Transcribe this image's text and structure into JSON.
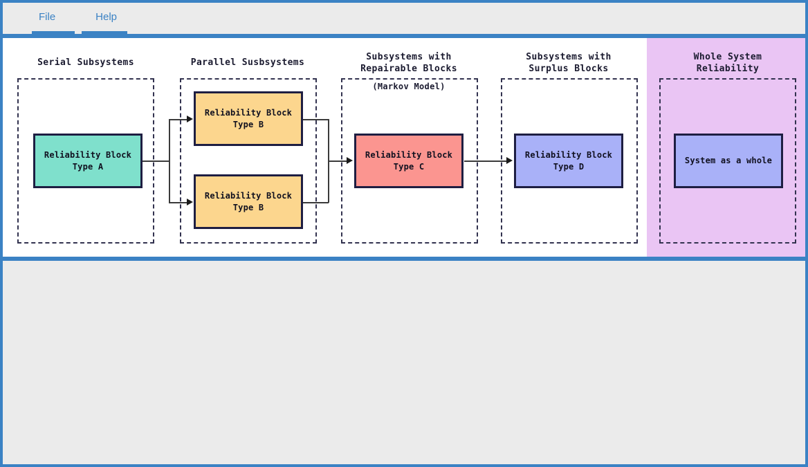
{
  "window": {
    "frame_color": "#3b82c4",
    "background": "#ebebeb",
    "canvas_background": "#ffffff"
  },
  "menu": {
    "items": [
      {
        "label": "File",
        "name": "menu-item-file"
      },
      {
        "label": "Help",
        "name": "menu-item-help"
      }
    ]
  },
  "diagram": {
    "highlight_panel": {
      "color": "#eac5f4",
      "name": "whole-system-highlight-panel"
    },
    "groups": [
      {
        "id": "serial",
        "caption": "Serial Subsystems",
        "subcaption": "",
        "blocks": [
          {
            "label": "Reliability Block\nType A",
            "color": "#7fe0cc",
            "type": "A"
          }
        ]
      },
      {
        "id": "parallel",
        "caption": "Parallel Susbsystems",
        "subcaption": "",
        "blocks": [
          {
            "label": "Reliability Block\nType B",
            "color": "#fcd68e",
            "type": "B"
          },
          {
            "label": "Reliability Block\nType B",
            "color": "#fcd68e",
            "type": "B"
          }
        ]
      },
      {
        "id": "repairable",
        "caption": "Subsystems with\nRepairable Blocks",
        "subcaption": "(Markov Model)",
        "blocks": [
          {
            "label": "Reliability Block\nType C",
            "color": "#fb9590",
            "type": "C"
          }
        ]
      },
      {
        "id": "surplus",
        "caption": "Subsystems with\nSurplus Blocks",
        "subcaption": "",
        "blocks": [
          {
            "label": "Reliability Block\nType D",
            "color": "#a9b1f8",
            "type": "D"
          }
        ]
      },
      {
        "id": "whole",
        "caption": "Whole System\nReliability",
        "subcaption": "",
        "blocks": [
          {
            "label": "System as a whole",
            "color": "#a9b1f8",
            "type": "whole"
          }
        ]
      }
    ]
  }
}
